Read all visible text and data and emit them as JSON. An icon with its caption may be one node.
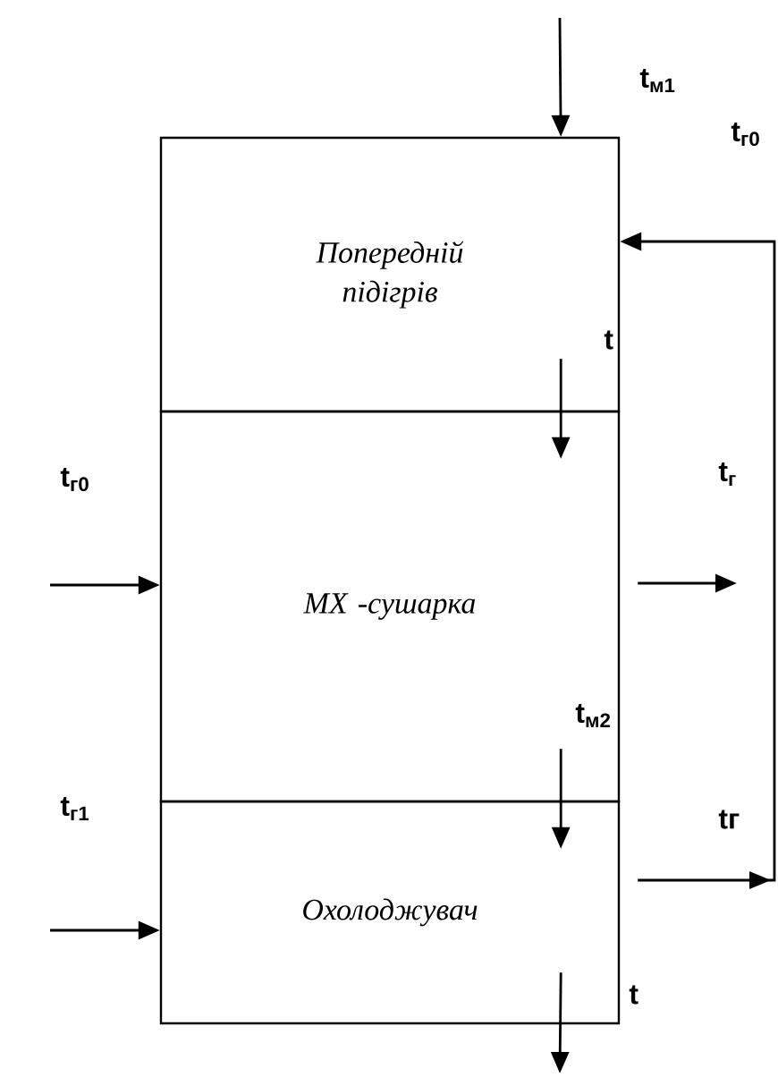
{
  "diagram": {
    "nodes": [
      {
        "text": [
          "Попередній підігрів"
        ]
      },
      {
        "text": [
          "МХ -сушарка"
        ]
      },
      {
        "text": [
          "Охолоджувач"
        ]
      }
    ],
    "edges": [
      {
        "from": null,
        "to": 0,
        "arrow": "to",
        "label": "t$_{м1}$"
      },
      {
        "from": 0,
        "to": 1,
        "arrow": "to",
        "label": "t"
      },
      {
        "from": 1,
        "to": null,
        "arrow": "to",
        "label": "t$_{г}$"
      },
      {
        "from": 1,
        "to": 2,
        "arrow": "to",
        "label": "t$_{м2}$"
      },
      {
        "from": null,
        "to": 1,
        "arrow": "to",
        "label": "t$_{г0}$"
      },
      {
        "from": 2,
        "to": 0,
        "arrow": "to",
        "label": "tг"
      },
      {
        "from": null,
        "to": 2,
        "arrow": "to",
        "label": "t$_{г1}$"
      },
      {
        "from": 2,
        "to": null,
        "arrow": "to",
        "label": "t"
      }
    ],
    "labels": [
      "t$_{г0}$"
    ]
  }
}
